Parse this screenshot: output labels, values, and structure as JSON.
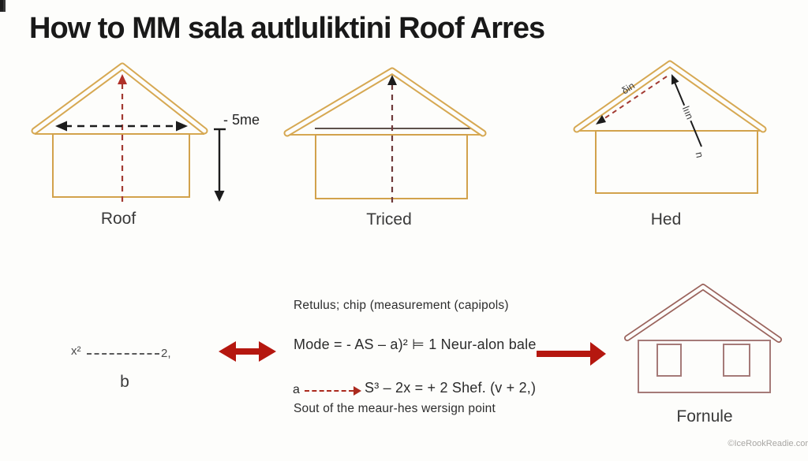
{
  "title": "How to MM sala autluliktini Roof Arres",
  "top_row": {
    "house1": {
      "label": "Roof",
      "measurement": "- 5me"
    },
    "house2": {
      "label": "Triced"
    },
    "house3": {
      "label": "Hed",
      "slope_label": "δin",
      "diagonal_label": "lıın",
      "diagonal_sub_label": "n"
    }
  },
  "bottom_row": {
    "segment": {
      "left_end": "x²",
      "right_end": "2,",
      "label": "b"
    },
    "formulas": {
      "line1": "Retulus; chip (measurement (capipols)",
      "line2": "Mode = - AS – a)² ⊨ 1 Neur-alon bale",
      "line3_prefix": "a",
      "line3": "S³ – 2x = + 2 Shef. (v + 2,)",
      "line4": "Sout of the meaur-hes wersign point"
    },
    "house4": {
      "label": "Fornule"
    }
  },
  "watermark": "©IceRookReadie.cor",
  "colors": {
    "house_gold": "#d6a852",
    "house_brown": "#a57a78",
    "roof_brown": "#9a635c",
    "dashed_red": "#a23a32",
    "dashed_maroon": "#6e3a3a",
    "arrow_red": "#b5170f",
    "ink_black": "#1c1c1c"
  }
}
